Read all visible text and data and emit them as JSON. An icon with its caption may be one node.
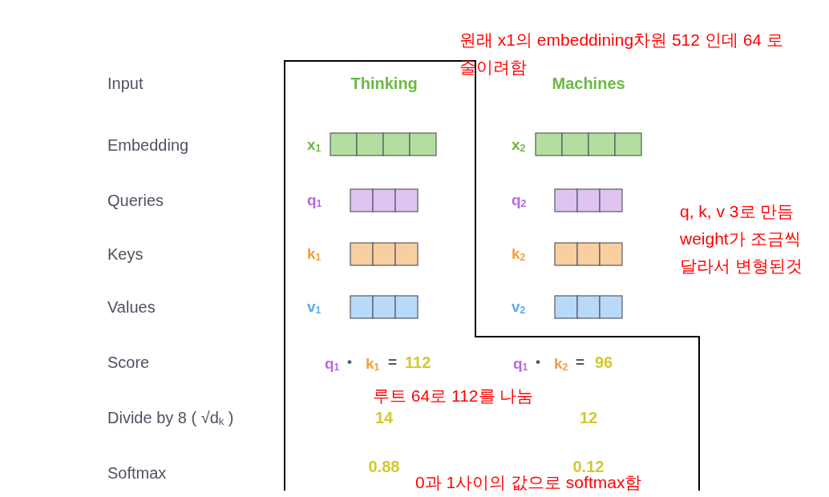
{
  "diagram": {
    "labels": [
      "원래 x1의 embeddining차원 512 인데 64 로 줄이려함",
      "Input",
      "Thinking",
      "Machines",
      "Embedding",
      "x$_{1}$",
      "x$_{2}$",
      "Queries",
      "q$_{1}$",
      "q$_{2}$",
      "q, k, v 3로 만듬 weight가 조금씩달라서 변형된것",
      "Keys",
      "k$_{1}$",
      "k$_{2}$",
      "Values",
      "v$_{1}$",
      "v$_{2}$",
      "Score",
      "q$_{1}$",
      "•",
      "k$_{1}$",
      "=",
      "112",
      "q$_{1}$",
      "•",
      "k$_{2}$",
      "=",
      "96",
      "루트 64로 112를 나눔",
      "Divide by 8 ( √d$_{k}$ )",
      "14",
      "12",
      "Softmax",
      "0.88",
      "0.12",
      "0과 1사이의 값으로 softmax함"
    ]
  }
}
